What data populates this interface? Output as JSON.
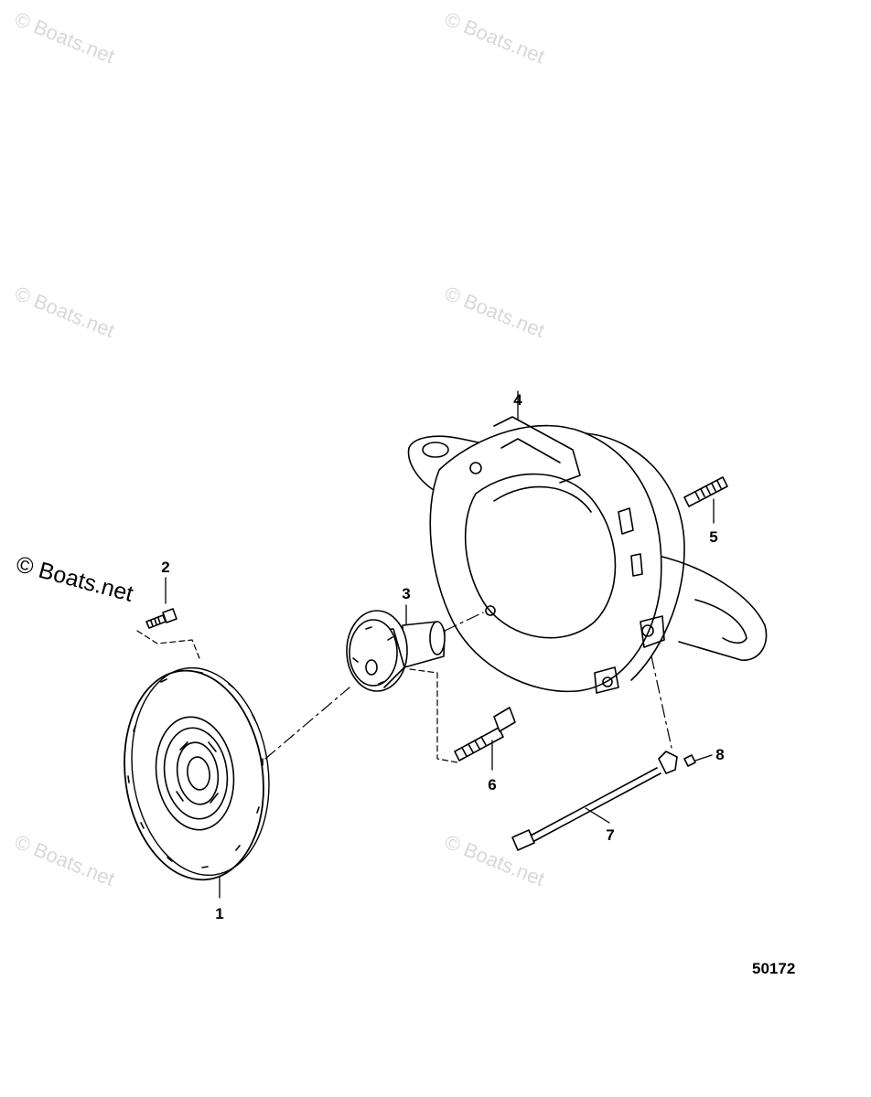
{
  "watermark": {
    "faint_text": "© Boats.net",
    "main_text": "© Boats.net"
  },
  "callouts": {
    "c1": "1",
    "c2": "2",
    "c3": "3",
    "c4": "4",
    "c5": "5",
    "c6": "6",
    "c7": "7",
    "c8": "8"
  },
  "figure_number": "50172",
  "colors": {
    "line": "#000000",
    "watermark": "#d8d8d8",
    "background": "#ffffff"
  }
}
